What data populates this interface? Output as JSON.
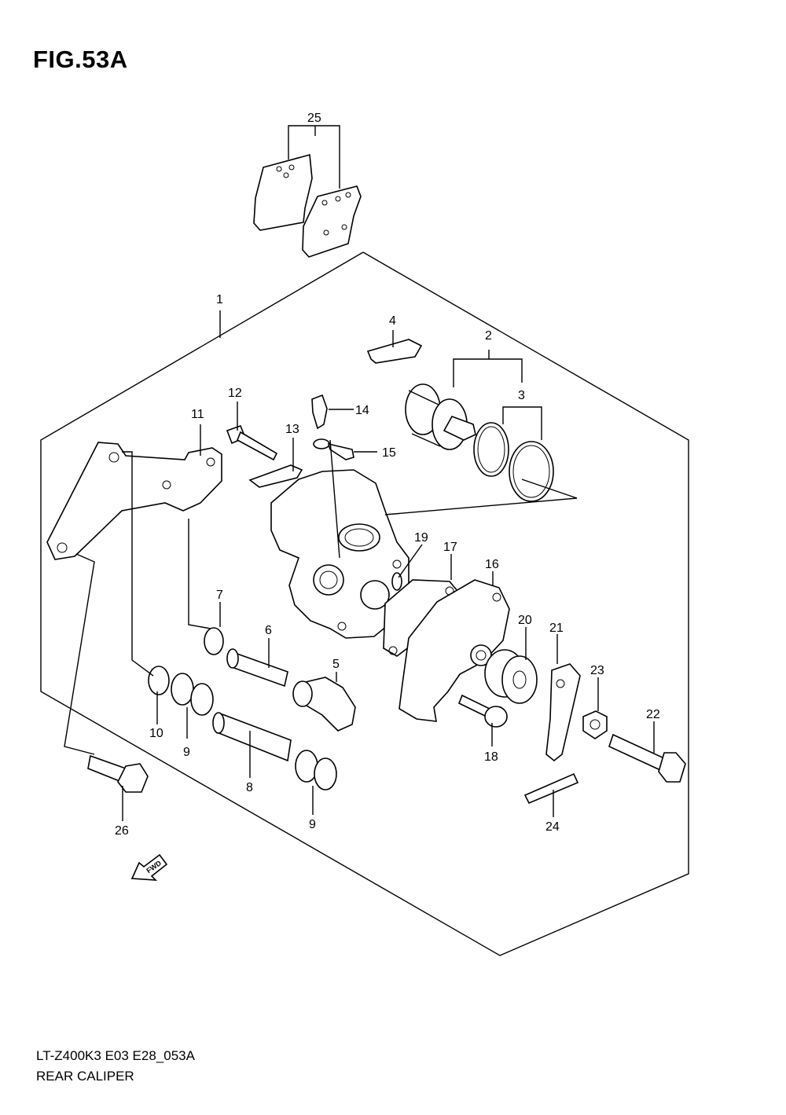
{
  "figure": {
    "title": "FIG.53A",
    "model_code": "LT-Z400K3 E03 E28_053A",
    "name": "REAR CALIPER",
    "direction_marker": "FWD"
  },
  "callouts": [
    {
      "id": "c1",
      "label": "1"
    },
    {
      "id": "c2",
      "label": "2"
    },
    {
      "id": "c3",
      "label": "3"
    },
    {
      "id": "c4",
      "label": "4"
    },
    {
      "id": "c5",
      "label": "5"
    },
    {
      "id": "c6",
      "label": "6"
    },
    {
      "id": "c7",
      "label": "7"
    },
    {
      "id": "c8",
      "label": "8"
    },
    {
      "id": "c9a",
      "label": "9"
    },
    {
      "id": "c9b",
      "label": "9"
    },
    {
      "id": "c10",
      "label": "10"
    },
    {
      "id": "c11",
      "label": "11"
    },
    {
      "id": "c12",
      "label": "12"
    },
    {
      "id": "c13",
      "label": "13"
    },
    {
      "id": "c14",
      "label": "14"
    },
    {
      "id": "c15",
      "label": "15"
    },
    {
      "id": "c16",
      "label": "16"
    },
    {
      "id": "c17",
      "label": "17"
    },
    {
      "id": "c18",
      "label": "18"
    },
    {
      "id": "c19",
      "label": "19"
    },
    {
      "id": "c20",
      "label": "20"
    },
    {
      "id": "c21",
      "label": "21"
    },
    {
      "id": "c22",
      "label": "22"
    },
    {
      "id": "c23",
      "label": "23"
    },
    {
      "id": "c24",
      "label": "24"
    },
    {
      "id": "c25",
      "label": "25"
    },
    {
      "id": "c26",
      "label": "26"
    }
  ]
}
